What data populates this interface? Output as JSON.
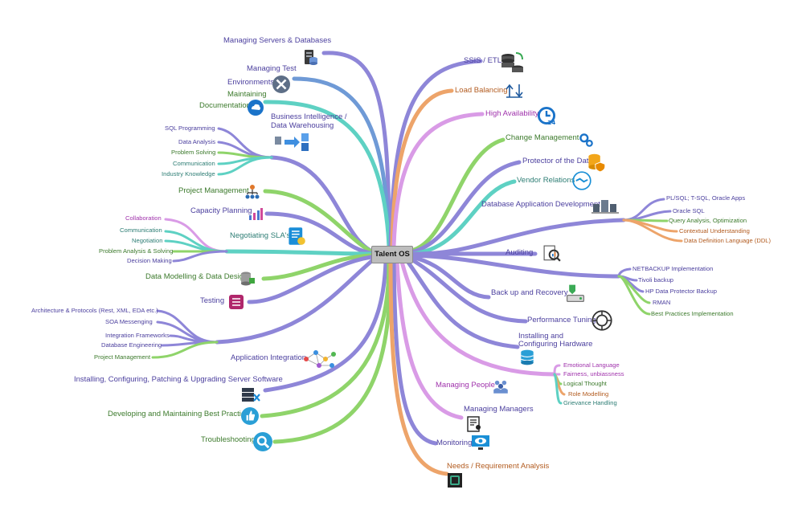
{
  "colors": {
    "purple": "#8e86d8",
    "blue": "#6f9ad6",
    "teal": "#5ed1c3",
    "green": "#8fd46a",
    "orange": "#eda46a",
    "magenta": "#d99be6",
    "text_purple": "#4b3f9e",
    "text_green": "#3c7a2c",
    "text_orange": "#b25b1f",
    "text_magenta": "#a033ac"
  },
  "center": {
    "label": "Talent OS"
  },
  "left": {
    "managing_servers": "Managing Servers & Databases",
    "managing_test_1": "Managing Test",
    "managing_test_2": "Environments",
    "maintaining_1": "Maintaining",
    "maintaining_2": "Documentation",
    "bi_1": "Business Intelligence /",
    "bi_2": "Data Warehousing",
    "bi_children": [
      "SQL Programming",
      "Data Analysis",
      "Problem Solving",
      "Communication",
      "Industry Knowledge"
    ],
    "project_management": "Project Management",
    "capacity_planning": "Capacity Planning",
    "negotiating_slas": "Negotiating SLA's",
    "sla_children": [
      "Collaboration",
      "Communication",
      "Negotiation",
      "Problem Analysis & Solving",
      "Decision Making"
    ],
    "data_modelling": "Data Modelling & Data Design",
    "testing": "Testing",
    "app_integration": "Application Integration",
    "ai_children": [
      "Architecture & Protocols (Rest, XML, EDA etc.)",
      "SOA Messenging",
      "Integration Frameworks",
      "Database Engineering",
      "Project Management"
    ],
    "installing_server": "Installing, Configuring, Patching & Upgrading Server Software",
    "best_practices": "Developing and Maintaining Best Practices",
    "troubleshooting": "Troubleshooting"
  },
  "right": {
    "ssis": "SSIS / ETL",
    "load_balancing": "Load Balancing",
    "high_availability": "High Availability",
    "change_management": "Change Management",
    "protector": "Protector of the Data",
    "vendor_relations": "Vendor Relations",
    "db_app_dev": "Database Application Development",
    "dad_children": [
      "PL/SQL; T-SQL, Oracle Apps",
      "Oracle SQL",
      "Query Analysis, Optimization",
      "Contextual Understanding",
      "Data Definition Language (DDL)"
    ],
    "auditing": "Auditing",
    "backup_recovery": "Back up and Recovery",
    "br_children": [
      "NETBACKUP Implementation",
      "Tivoli backup",
      "HP Data Protector Backup",
      "RMAN",
      "Best Practices Implementation"
    ],
    "performance_tuning": "Performance Tuning",
    "installing_hw_1": "Installing and",
    "installing_hw_2": "Configuring Hardware",
    "managing_people": "Managing People",
    "mp_children": [
      "Emotional Language",
      "Fairness, unbiassness",
      "Logical Thought",
      "Role Modelling",
      "Grievance Handling"
    ],
    "managing_managers": "Managing Managers",
    "monitoring": "Monitoring",
    "needs": "Needs / Requirement Analysis"
  },
  "icons": [
    "server-db-icon",
    "wrench-icon",
    "cloud-folder-icon",
    "bi-flow-icon",
    "org-chart-icon",
    "bar-chart-icon",
    "sla-document-icon",
    "db-design-icon",
    "checklist-icon",
    "integration-network-icon",
    "server-fix-icon",
    "thumbs-up-icon",
    "gear-wrench-icon",
    "database-sync-icon",
    "load-balance-icon",
    "clock-24-icon",
    "gear-cycle-icon",
    "shield-db-icon",
    "handshake-icon",
    "server-cluster-icon",
    "magnifier-chart-icon",
    "backup-icon",
    "tuning-icon",
    "db-stack-icon",
    "people-icon",
    "manager-doc-icon",
    "monitor-eye-icon",
    "cpu-chip-icon"
  ]
}
